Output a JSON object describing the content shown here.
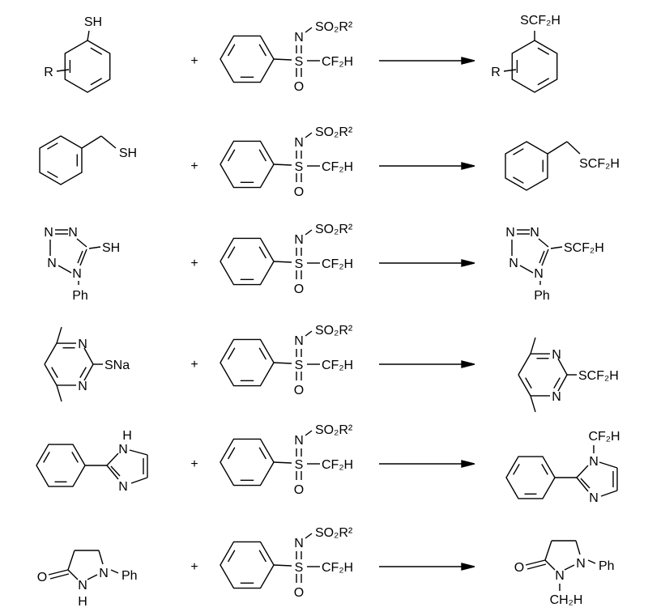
{
  "plus": "+",
  "reagent": {
    "n": "N",
    "s": "S",
    "o": "O",
    "n_substituent": "SO₂R²",
    "s_substituent": "CF₂H"
  },
  "rows": [
    {
      "reactant": {
        "sh": "SH",
        "r": "R"
      },
      "product": {
        "scf2h": "SCF₂H",
        "r": "R"
      }
    },
    {
      "reactant": {
        "sh": "SH"
      },
      "product": {
        "scf2h": "SCF₂H"
      }
    },
    {
      "reactant": {
        "n1": "N",
        "n2": "N",
        "n3": "N",
        "n4": "N",
        "ph": "Ph",
        "sh": "SH"
      },
      "product": {
        "n1": "N",
        "n2": "N",
        "n3": "N",
        "n4": "N",
        "ph": "Ph",
        "scf2h": "SCF₂H"
      }
    },
    {
      "reactant": {
        "n1": "N",
        "n2": "N",
        "sna": "SNa"
      },
      "product": {
        "n1": "N",
        "n2": "N",
        "scf2h": "SCF₂H"
      }
    },
    {
      "reactant": {
        "nh_n": "N",
        "nh_h": "H",
        "n": "N"
      },
      "product": {
        "n1": "N",
        "n3": "N",
        "cf2h": "CF₂H"
      }
    },
    {
      "reactant": {
        "o": "O",
        "n2": "N",
        "h": "H",
        "n1": "N",
        "ph": "Ph"
      },
      "product": {
        "o": "O",
        "n2": "N",
        "n1": "N",
        "ph": "Ph",
        "ch2h": "CH₂H"
      }
    }
  ]
}
